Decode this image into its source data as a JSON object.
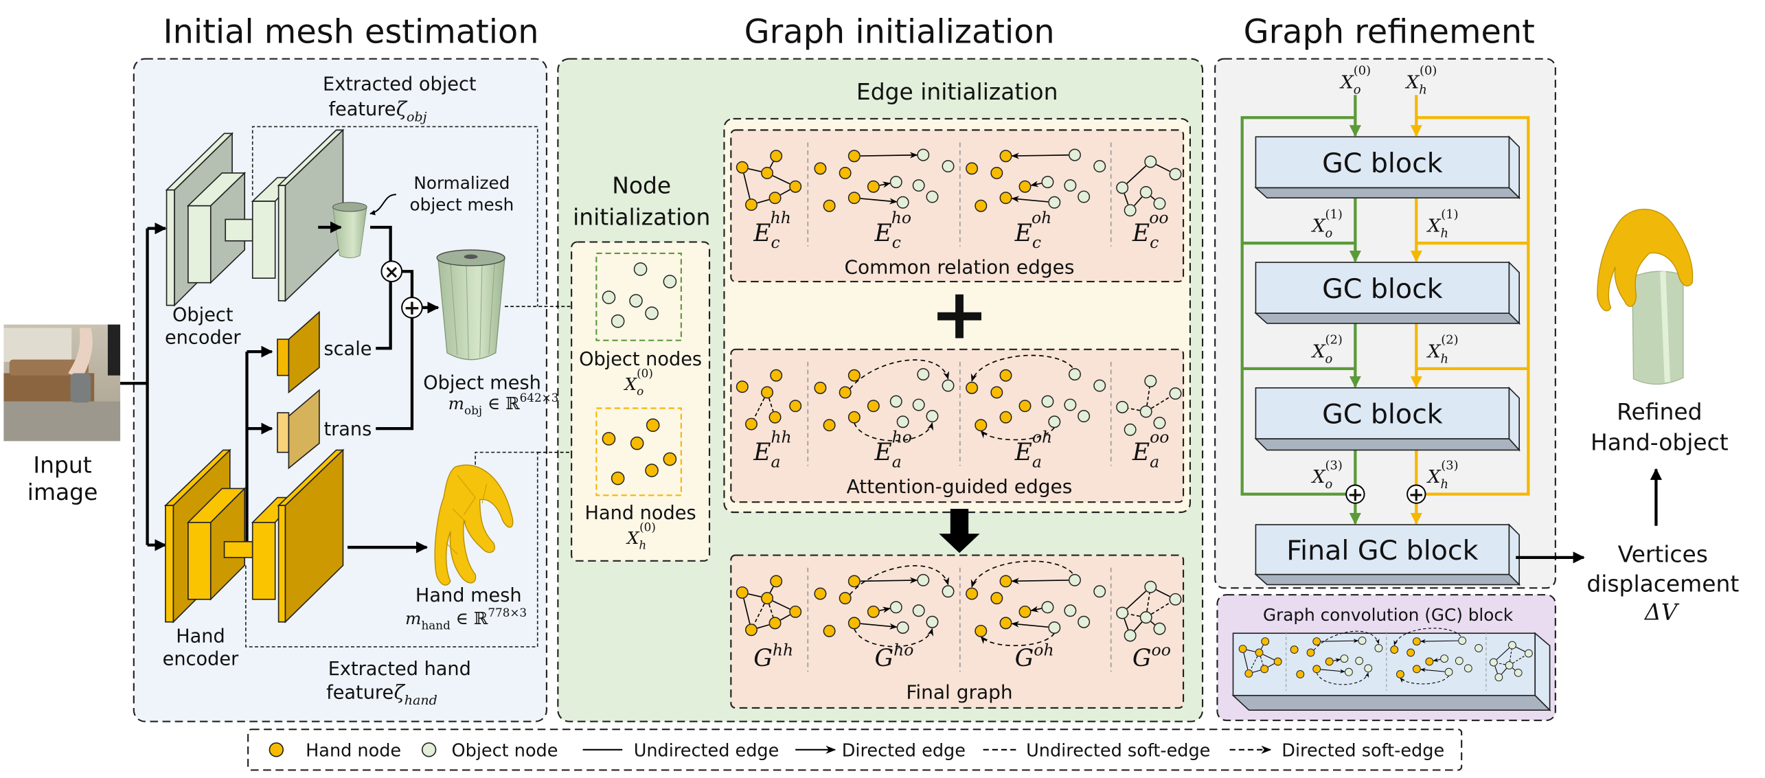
{
  "colors": {
    "hand_node": "#f8bb00",
    "object_node": "#e3efd9",
    "mesh_panel_bg": "#eef4fa",
    "graph_init_bg": "#e2efda",
    "node_init_bg": "#fdf7e6",
    "edge_row_bg": "#f8e3d6",
    "refinement_bg": "#f2f2f2",
    "gc_panel_bg": "#e9dcf0",
    "gc_block_fill": "#dde8f5",
    "object_path": "#5b9a39",
    "hand_path": "#f5b800"
  },
  "input": {
    "label_line1": "Input",
    "label_line2": "image"
  },
  "initial_mesh": {
    "title": "Initial mesh estimation",
    "object_encoder": [
      "Object",
      "encoder"
    ],
    "hand_encoder": [
      "Hand",
      "encoder"
    ],
    "extracted_object_feature": {
      "line1": "Extracted object",
      "line2": "feature ",
      "symbol": [
        {
          "t": "ζ",
          "m": 1
        },
        {
          "t": "obj",
          "pos": "sub",
          "m": 1
        }
      ]
    },
    "extracted_hand_feature": {
      "line1": "Extracted hand",
      "line2": "feature ",
      "symbol": [
        {
          "t": "ζ",
          "m": 1
        },
        {
          "t": "hand",
          "pos": "sub",
          "m": 1
        }
      ]
    },
    "normalized_object_mesh": [
      "Normalized",
      "object mesh"
    ],
    "scale_label": "scale",
    "trans_label": "trans",
    "multiply_symbol": "×",
    "add_symbol": "+",
    "object_mesh": {
      "label": "Object mesh",
      "formula": [
        {
          "t": "m",
          "m": 1
        },
        {
          "t": "obj",
          "pos": "sub"
        },
        {
          "t": " ∈ ℝ",
          "pos": "base"
        },
        {
          "t": "642×3",
          "pos": "sup"
        }
      ]
    },
    "hand_mesh": {
      "label": "Hand mesh",
      "formula": [
        {
          "t": "m",
          "m": 1
        },
        {
          "t": "hand",
          "pos": "sub"
        },
        {
          "t": " ∈ ℝ",
          "pos": "base"
        },
        {
          "t": "778×3",
          "pos": "sup"
        }
      ]
    }
  },
  "graph_init": {
    "title": "Graph initialization",
    "node_init": {
      "title_line1": "Node",
      "title_line2": "initialization",
      "object_nodes_label": "Object nodes",
      "object_nodes_symbol": [
        {
          "t": "X",
          "m": 1
        },
        {
          "t": "o",
          "pos": "sub",
          "m": 1
        },
        {
          "t": "(0)",
          "pos": "supstack"
        }
      ],
      "hand_nodes_label": "Hand nodes",
      "hand_nodes_symbol": [
        {
          "t": "X",
          "m": 1
        },
        {
          "t": "h",
          "pos": "sub",
          "m": 1
        },
        {
          "t": "(0)",
          "pos": "supstack"
        }
      ]
    },
    "edge_init_title": "Edge initialization",
    "plus_symbol": "+",
    "rows": [
      {
        "caption": "Common relation edges",
        "cells": [
          [
            {
              "t": "E",
              "m": 1
            },
            {
              "t": "c",
              "pos": "sub",
              "m": 1
            },
            {
              "t": "hh",
              "pos": "supstack",
              "m": 1
            }
          ],
          [
            {
              "t": "E",
              "m": 1
            },
            {
              "t": "c",
              "pos": "sub",
              "m": 1
            },
            {
              "t": "ho",
              "pos": "supstack",
              "m": 1
            }
          ],
          [
            {
              "t": "E",
              "m": 1
            },
            {
              "t": "c",
              "pos": "sub",
              "m": 1
            },
            {
              "t": "oh",
              "pos": "supstack",
              "m": 1
            }
          ],
          [
            {
              "t": "E",
              "m": 1
            },
            {
              "t": "c",
              "pos": "sub",
              "m": 1
            },
            {
              "t": "oo",
              "pos": "supstack",
              "m": 1
            }
          ]
        ]
      },
      {
        "caption": "Attention-guided edges",
        "cells": [
          [
            {
              "t": "E",
              "m": 1
            },
            {
              "t": "a",
              "pos": "sub",
              "m": 1
            },
            {
              "t": "hh",
              "pos": "supstack",
              "m": 1
            }
          ],
          [
            {
              "t": "E",
              "m": 1
            },
            {
              "t": "a",
              "pos": "sub",
              "m": 1
            },
            {
              "t": "ho",
              "pos": "supstack",
              "m": 1
            }
          ],
          [
            {
              "t": "E",
              "m": 1
            },
            {
              "t": "a",
              "pos": "sub",
              "m": 1
            },
            {
              "t": "oh",
              "pos": "supstack",
              "m": 1
            }
          ],
          [
            {
              "t": "E",
              "m": 1
            },
            {
              "t": "a",
              "pos": "sub",
              "m": 1
            },
            {
              "t": "oo",
              "pos": "supstack",
              "m": 1
            }
          ]
        ]
      },
      {
        "caption": "Final graph",
        "cells": [
          [
            {
              "t": "G",
              "m": 1
            },
            {
              "t": "hh",
              "pos": "sup",
              "m": 1
            }
          ],
          [
            {
              "t": "G",
              "m": 1
            },
            {
              "t": "ho",
              "pos": "sup",
              "m": 1
            }
          ],
          [
            {
              "t": "G",
              "m": 1
            },
            {
              "t": "oh",
              "pos": "sup",
              "m": 1
            }
          ],
          [
            {
              "t": "G",
              "m": 1
            },
            {
              "t": "oo",
              "pos": "sup",
              "m": 1
            }
          ]
        ]
      }
    ]
  },
  "refinement": {
    "title": "Graph refinement",
    "inputs": {
      "object": [
        {
          "t": "X",
          "m": 1
        },
        {
          "t": "o",
          "pos": "sub",
          "m": 1
        },
        {
          "t": "(0)",
          "pos": "supstack"
        }
      ],
      "hand": [
        {
          "t": "X",
          "m": 1
        },
        {
          "t": "h",
          "pos": "sub",
          "m": 1
        },
        {
          "t": "(0)",
          "pos": "supstack"
        }
      ]
    },
    "blocks": [
      "GC block",
      "GC block",
      "GC block"
    ],
    "final_block": "Final GC block",
    "stage_labels": [
      {
        "object": [
          {
            "t": "X",
            "m": 1
          },
          {
            "t": "o",
            "pos": "sub",
            "m": 1
          },
          {
            "t": "(1)",
            "pos": "supstack"
          }
        ],
        "hand": [
          {
            "t": "X",
            "m": 1
          },
          {
            "t": "h",
            "pos": "sub",
            "m": 1
          },
          {
            "t": "(1)",
            "pos": "supstack"
          }
        ]
      },
      {
        "object": [
          {
            "t": "X",
            "m": 1
          },
          {
            "t": "o",
            "pos": "sub",
            "m": 1
          },
          {
            "t": "(2)",
            "pos": "supstack"
          }
        ],
        "hand": [
          {
            "t": "X",
            "m": 1
          },
          {
            "t": "h",
            "pos": "sub",
            "m": 1
          },
          {
            "t": "(2)",
            "pos": "supstack"
          }
        ]
      },
      {
        "object": [
          {
            "t": "X",
            "m": 1
          },
          {
            "t": "o",
            "pos": "sub",
            "m": 1
          },
          {
            "t": "(3)",
            "pos": "supstack"
          }
        ],
        "hand": [
          {
            "t": "X",
            "m": 1
          },
          {
            "t": "h",
            "pos": "sub",
            "m": 1
          },
          {
            "t": "(3)",
            "pos": "supstack"
          }
        ]
      }
    ],
    "add_symbol": "+",
    "gc_block_panel_title": "Graph convolution (GC) block"
  },
  "output": {
    "displacement": [
      "Vertices",
      "displacement"
    ],
    "displacement_symbol": [
      {
        "t": "ΔV",
        "m": 1
      }
    ],
    "refined": [
      "Refined",
      "Hand-object"
    ]
  },
  "legend": [
    {
      "icon": "hand-node",
      "label": "Hand node"
    },
    {
      "icon": "object-node",
      "label": "Object node"
    },
    {
      "icon": "solid-line",
      "label": "Undirected edge"
    },
    {
      "icon": "solid-arrow",
      "label": "Directed edge"
    },
    {
      "icon": "dashed-line",
      "label": "Undirected soft-edge"
    },
    {
      "icon": "dashed-arrow",
      "label": "Directed soft-edge"
    }
  ]
}
